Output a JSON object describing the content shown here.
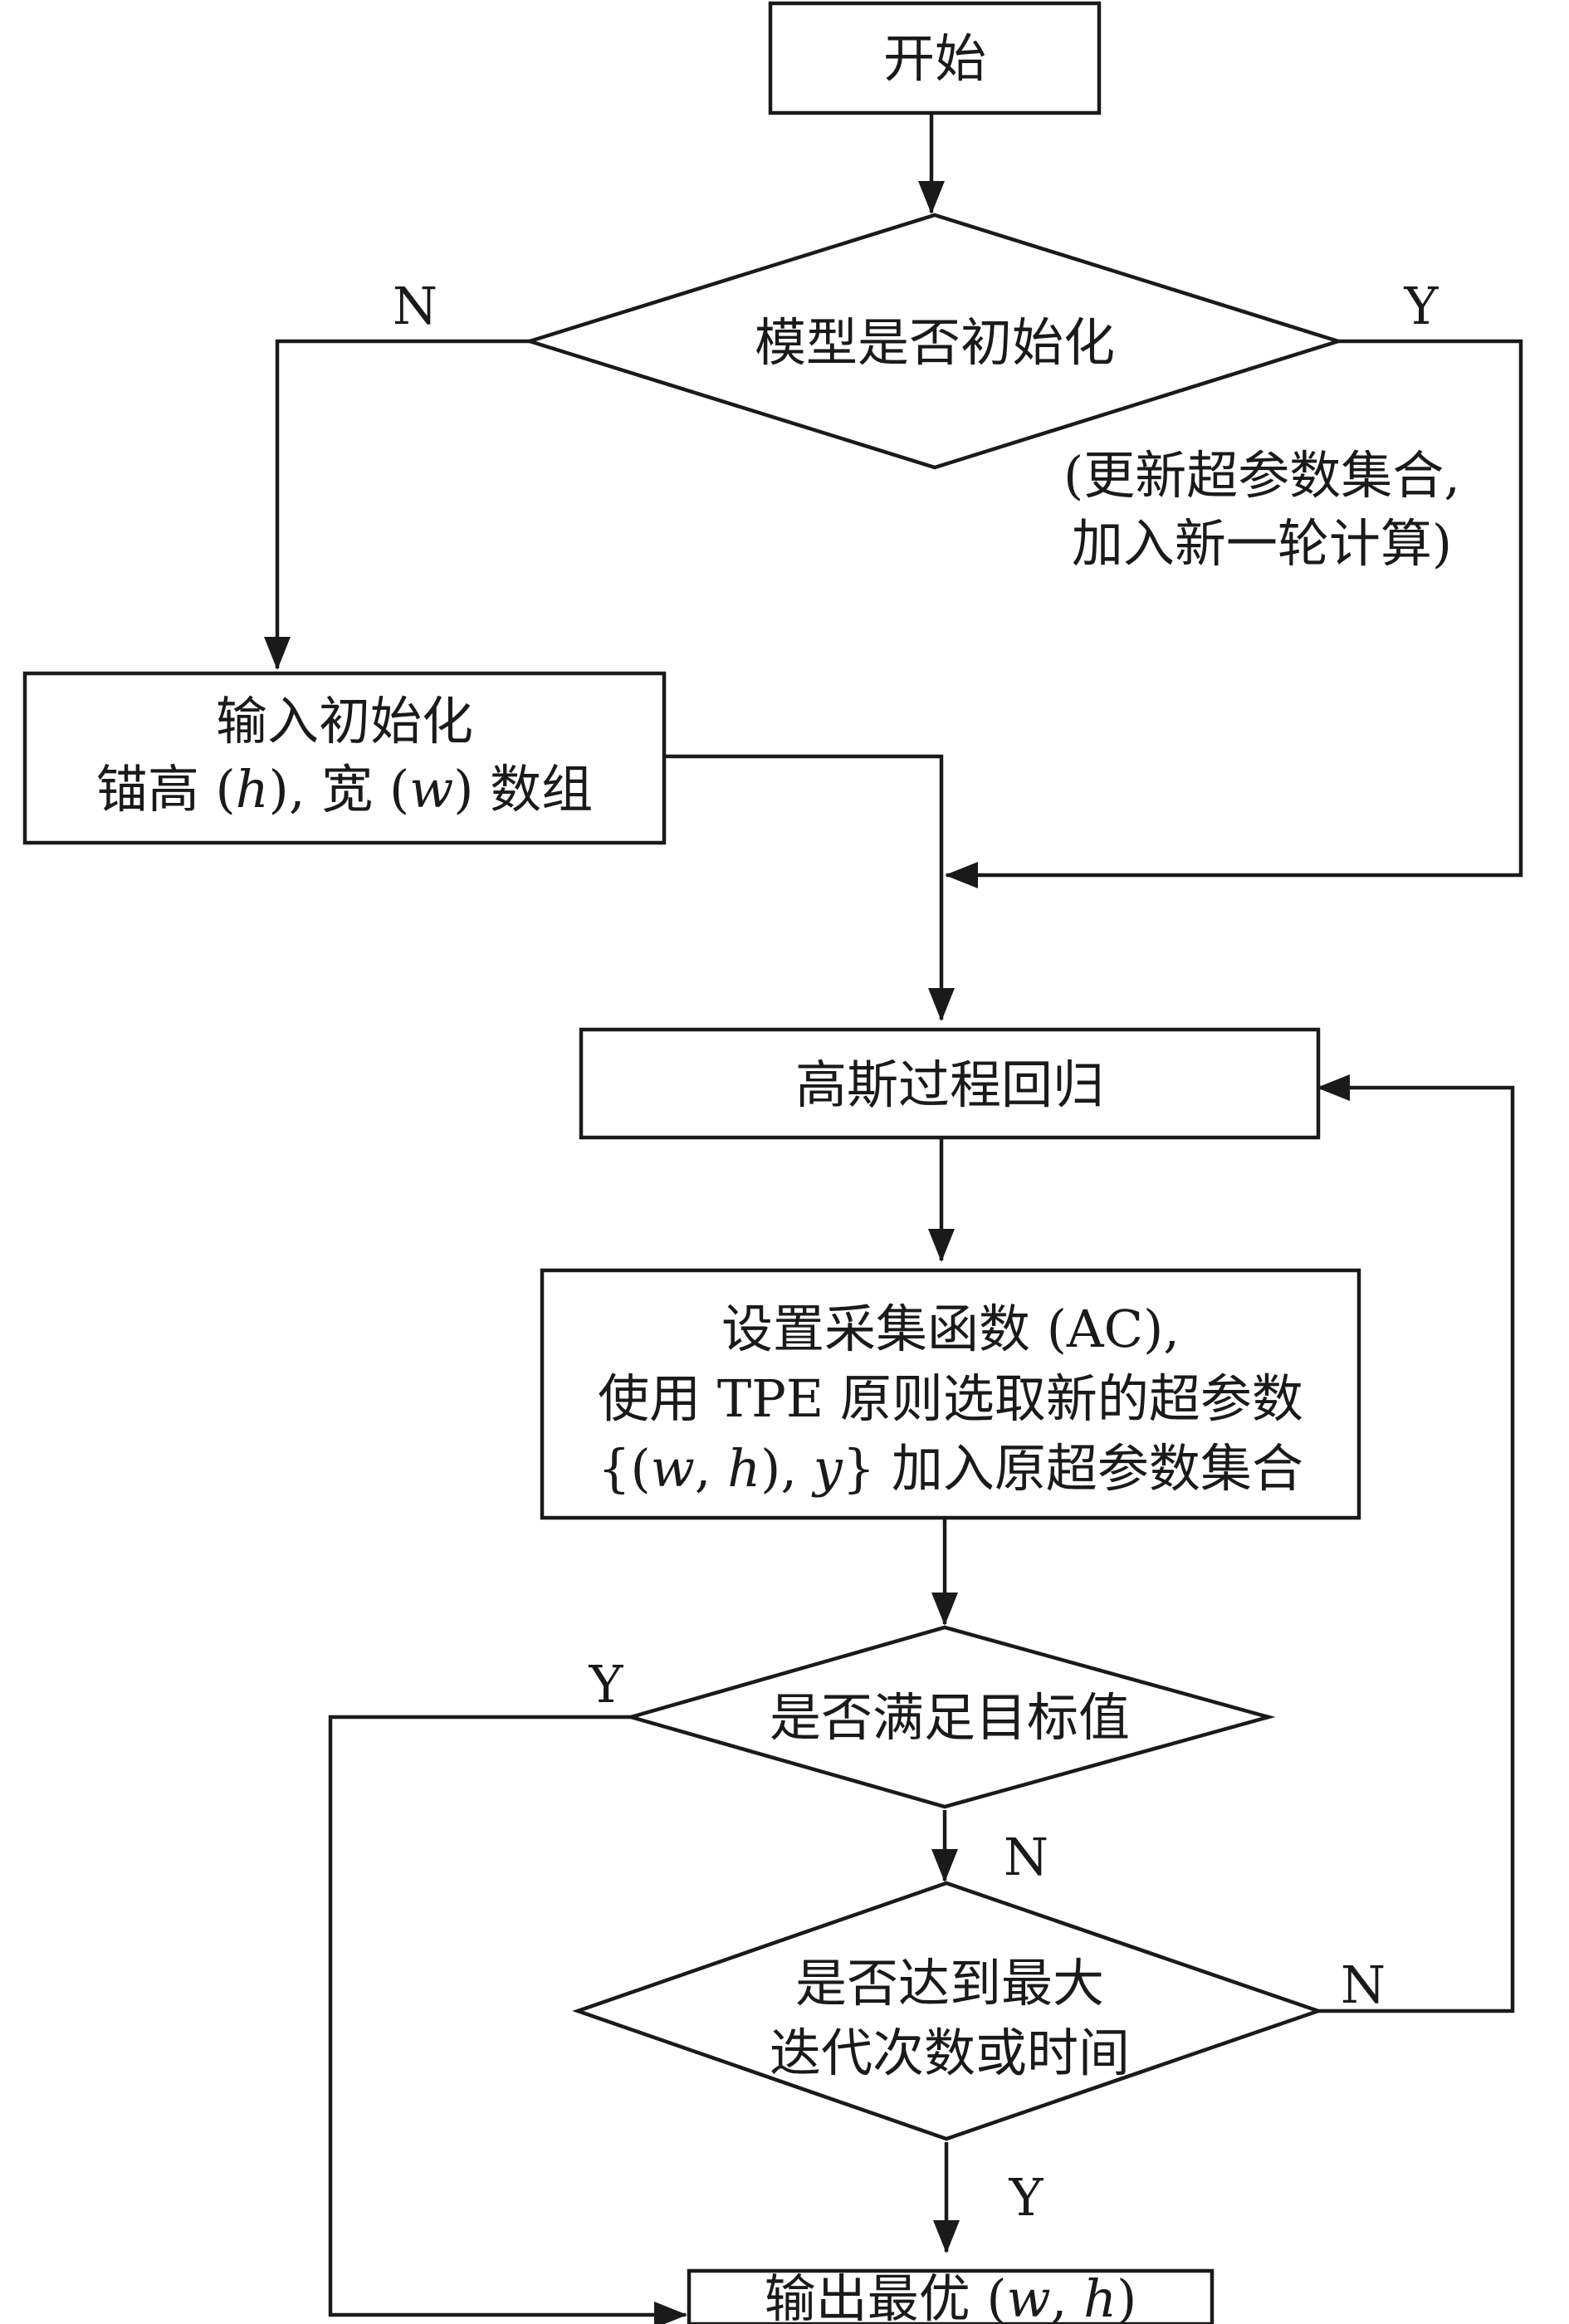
{
  "nodes": {
    "start": "开始",
    "model_init": "模型是否初始化",
    "update_note_line1": "(更新超参数集合,",
    "update_note_line2": "加入新一轮计算)",
    "input_init": {
      "line1": "输入初始化",
      "line2": [
        "锚高 (",
        "h",
        "), 宽 (",
        "w",
        ") 数组"
      ]
    },
    "gpr": "高斯过程回归",
    "set_ac": {
      "line1": "设置采集函数 (AC),",
      "line2": "使用 TPE 原则选取新的超参数",
      "line3": [
        "{(",
        "w",
        ", ",
        "h",
        "), ",
        "y",
        "} 加入原超参数集合"
      ]
    },
    "meet_target": "是否满足目标值",
    "max_iter": {
      "line1": "是否达到最大",
      "line2": "迭代次数或时间"
    },
    "output": [
      "输出最优 (",
      "w",
      ", ",
      "h",
      ")"
    ]
  },
  "edge_labels": {
    "model_init_no": "N",
    "model_init_yes": "Y",
    "meet_target_yes": "Y",
    "meet_target_no": "N",
    "max_iter_no": "N",
    "max_iter_yes": "Y"
  }
}
